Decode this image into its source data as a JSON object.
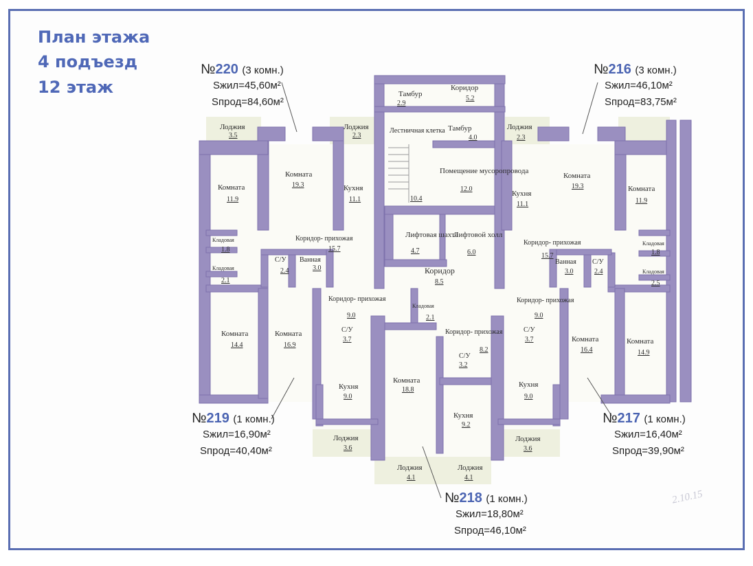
{
  "heading": {
    "line1": "План этажа",
    "line2": "4 подъезд",
    "line3": "12 этаж"
  },
  "apartments": {
    "a220": {
      "num_prefix": "№",
      "num": "220",
      "rooms": "(3 комн.)",
      "s_live": "Sжил=45,60м²",
      "s_total": "Sпрод=84,60м²"
    },
    "a216": {
      "num_prefix": "№",
      "num": "216",
      "rooms": "(3 комн.)",
      "s_live": "Sжил=46,10м²",
      "s_total": "Sпрод=83,75м²"
    },
    "a219": {
      "num_prefix": "№",
      "num": "219",
      "rooms": "(1 комн.)",
      "s_live": "Sжил=16,90м²",
      "s_total": "Sпрод=40,40м²"
    },
    "a217": {
      "num_prefix": "№",
      "num": "217",
      "rooms": "(1 комн.)",
      "s_live": "Sжил=16,40м²",
      "s_total": "Sпрод=39,90м²"
    },
    "a218": {
      "num_prefix": "№",
      "num": "218",
      "rooms": "(1 комн.)",
      "s_live": "Sжил=18,80м²",
      "s_total": "Sпрод=46,10м²"
    }
  },
  "rooms": {
    "tambur1": {
      "name": "Тамбур",
      "area": "2.9"
    },
    "koridor_top": {
      "name": "Коридор",
      "area": "5.2"
    },
    "tambur2": {
      "name": "Тамбур",
      "area": "4.0"
    },
    "lestnica": {
      "name": "Лестничная клетка",
      "area": "10.4"
    },
    "musor": {
      "name": "Помещение мусоропровода",
      "area": "12.0"
    },
    "lift_shaft": {
      "name": "Лифтовая шахта",
      "area": "4.7"
    },
    "lift_hall": {
      "name": "Лифтовой холл",
      "area": "6.0"
    },
    "koridor_center": {
      "name": "Коридор",
      "area": "8.5"
    },
    "w_lodzhia1": {
      "name": "Лоджия",
      "area": "3.5"
    },
    "w_lodzhia2": {
      "name": "Лоджия",
      "area": "2.3"
    },
    "w_komnata1": {
      "name": "Комната",
      "area": "11.9"
    },
    "w_komnata2": {
      "name": "Комната",
      "area": "19.3"
    },
    "w_kuhnya": {
      "name": "Кухня",
      "area": "11.1"
    },
    "w_kladovaya1": {
      "name": "Кладовая",
      "area": "1.8"
    },
    "w_kladovaya2": {
      "name": "Кладовая",
      "area": "2.1"
    },
    "w_koridor": {
      "name": "Коридор- прихожая",
      "area": "15.7"
    },
    "w_su": {
      "name": "С/У",
      "area": "2.4"
    },
    "w_vannaya": {
      "name": "Ванная",
      "area": "3.0"
    },
    "e_lodzhia1": {
      "name": "Лоджия",
      "area": "2.3"
    },
    "e_kuhnya": {
      "name": "Кухня",
      "area": "11.1"
    },
    "e_komnata2": {
      "name": "Комната",
      "area": "19.3"
    },
    "e_komnata1": {
      "name": "Комната",
      "area": "11.9"
    },
    "e_koridor": {
      "name": "Коридор- прихожая",
      "area": "15.7"
    },
    "e_kladovaya1": {
      "name": "Кладовая",
      "area": "1.8"
    },
    "e_kladovaya2": {
      "name": "Кладовая",
      "area": "2.5"
    },
    "e_vannaya": {
      "name": "Ванная",
      "area": "3.0"
    },
    "e_su": {
      "name": "С/У",
      "area": "2.4"
    },
    "sw_komnata1": {
      "name": "Комната",
      "area": "14.4"
    },
    "sw_komnata2": {
      "name": "Комната",
      "area": "16.9"
    },
    "sw_koridor": {
      "name": "Коридор- прихожая",
      "area": "9.0"
    },
    "sw_su": {
      "name": "С/У",
      "area": "3.7"
    },
    "sw_kuhnya": {
      "name": "Кухня",
      "area": "9.0"
    },
    "sw_lodzhia": {
      "name": "Лоджия",
      "area": "3.6"
    },
    "c_kladovaya": {
      "name": "Кладовая",
      "area": "2.1"
    },
    "c_koridor": {
      "name": "Коридор- прихожая",
      "area": "8.2"
    },
    "c_komnata": {
      "name": "Комната",
      "area": "18.8"
    },
    "c_su": {
      "name": "С/У",
      "area": "3.2"
    },
    "c_kuhnya": {
      "name": "Кухня",
      "area": "9.2"
    },
    "c_lodzhia1": {
      "name": "Лоджия",
      "area": "4.1"
    },
    "c_lodzhia2": {
      "name": "Лоджия",
      "area": "4.1"
    },
    "se_koridor": {
      "name": "Коридор- прихожая",
      "area": "9.0"
    },
    "se_su": {
      "name": "С/У",
      "area": "3.7"
    },
    "se_komnata1": {
      "name": "Комната",
      "area": "16.4"
    },
    "se_komnata2": {
      "name": "Комната",
      "area": "14.9"
    },
    "se_kuhnya": {
      "name": "Кухня",
      "area": "9.0"
    },
    "se_lodzhia": {
      "name": "Лоджия",
      "area": "3.6"
    }
  },
  "stamp": "2.10.15",
  "colors": {
    "wall": "#9a8fc0",
    "wall_dark": "#8a7fb4",
    "frame": "#5a6eb2",
    "accent": "#4b64b2",
    "lodzhia": "#eef0df"
  }
}
